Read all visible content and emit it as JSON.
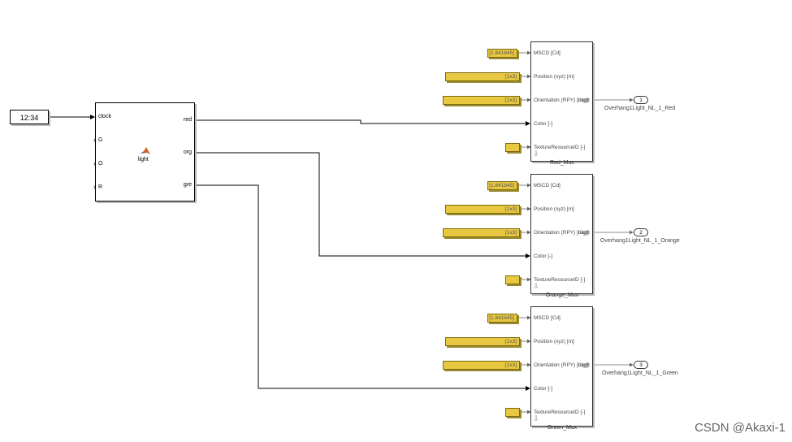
{
  "clock_block": {
    "value": "12:34"
  },
  "function_block": {
    "name": "light",
    "inputs": [
      "clock",
      "G",
      "O",
      "R"
    ],
    "outputs": [
      "red",
      "org",
      "gre"
    ]
  },
  "mux_blocks": [
    {
      "name": "Red_Mux",
      "ports": [
        "MSCD [Cd]",
        "Position (xyz) [m]",
        "Orientation (RPY) [deg]",
        "Color [-]",
        "TextureResourceID [-]"
      ],
      "output": "Light",
      "constants": {
        "mscd": "[1.841645]",
        "position": "[1x3]",
        "orientation": "[1x3]",
        "texture": ""
      },
      "outport": {
        "number": "1",
        "label": "Overhang1Light_NL_1_Red"
      }
    },
    {
      "name": "Orange_Mux",
      "ports": [
        "MSCD [Cd]",
        "Position (xyz) [m]",
        "Orientation (RPY) [deg]",
        "Color [-]",
        "TextureResourceID [-]"
      ],
      "output": "Light",
      "constants": {
        "mscd": "[1.841645]",
        "position": "[1x3]",
        "orientation": "[1x3]",
        "texture": ""
      },
      "outport": {
        "number": "2",
        "label": "Overhang1Light_NL_1_Orange"
      }
    },
    {
      "name": "Green_Mux",
      "ports": [
        "MSCD [Cd]",
        "Position (xyz) [m]",
        "Orientation (RPY) [deg]",
        "Color [-]",
        "TextureResourceID [-]"
      ],
      "output": "Light",
      "constants": {
        "mscd": "[1.841645]",
        "position": "[1x3]",
        "orientation": "[1x3]",
        "texture": ""
      },
      "outport": {
        "number": "3",
        "label": "Overhang1Light_NL_1_Green"
      }
    }
  ],
  "watermark": "CSDN @Akaxi-1",
  "colors": {
    "constant_fill": "#e8c840",
    "line": "#000000",
    "signal_out": "#666666"
  }
}
